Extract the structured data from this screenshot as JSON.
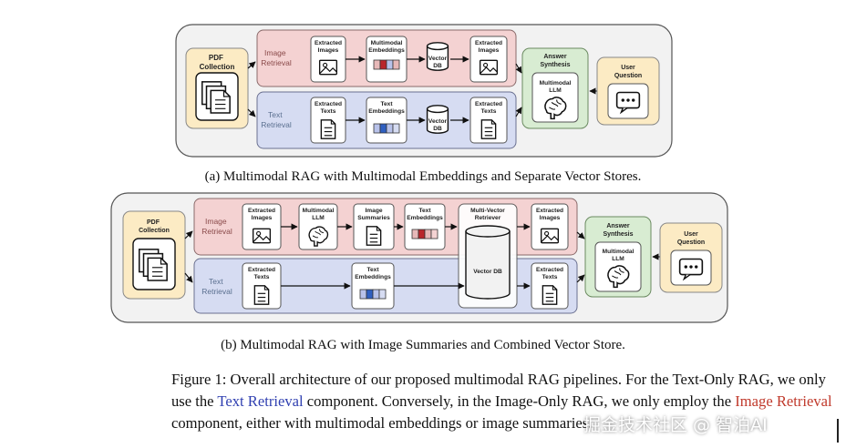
{
  "diagram_a": {
    "pdf_label": "PDF\nCollection",
    "image_retrieval_label": "Image\nRetrieval",
    "text_retrieval_label": "Text\nRetrieval",
    "img_nodes": [
      "Extracted\nImages",
      "Multimodal\nEmbeddings",
      "Vector\nDB",
      "Extracted\nImages"
    ],
    "txt_nodes": [
      "Extracted\nTexts",
      "Text\nEmbeddings",
      "Vector\nDB",
      "Extracted\nTexts"
    ],
    "answer_label": "Answer\nSynthesis",
    "llm_label": "Multimodal\nLLM",
    "user_label": "User\nQuestion",
    "caption": "(a) Multimodal RAG with Multimodal Embeddings and Separate Vector Stores."
  },
  "diagram_b": {
    "pdf_label": "PDF\nCollection",
    "image_retrieval_label": "Image\nRetrieval",
    "text_retrieval_label": "Text\nRetrieval",
    "img_nodes": [
      "Extracted\nImages",
      "Multimodal\nLLM",
      "Image\nSummaries",
      "Text\nEmbeddings",
      "Extracted\nImages"
    ],
    "retriever_label": "Multi-Vector\nRetriever",
    "vector_db_label": "Vector DB",
    "txt_nodes": [
      "Extracted\nTexts",
      "Text\nEmbeddings",
      "Extracted\nTexts"
    ],
    "answer_label": "Answer\nSynthesis",
    "llm_label": "Multimodal\nLLM",
    "user_label": "User\nQuestion",
    "caption": "(b) Multimodal RAG with Image Summaries and Combined Vector Store."
  },
  "figure_caption": {
    "part1": "Figure 1: Overall architecture of our proposed multimodal RAG pipelines. For the Text-Only RAG, we only use the ",
    "text_retrieval": "Text Retrieval",
    "part2": " component. Conversely, in the Image-Only RAG, we only employ the ",
    "image_retrieval": "Image Retrieval",
    "part3": " component, either with multimodal embeddings or image summaries."
  },
  "watermark": "掘金技术社区 @ 智泊AI",
  "colors": {
    "image_band": "#f4d2d2",
    "text_band": "#d6dcf2",
    "pdf_box": "#fcebc4",
    "answer_box": "#d8ecd2",
    "outer": "#f2f2f2",
    "caption_blue": "#2f3fb0",
    "caption_red": "#c0392b"
  }
}
